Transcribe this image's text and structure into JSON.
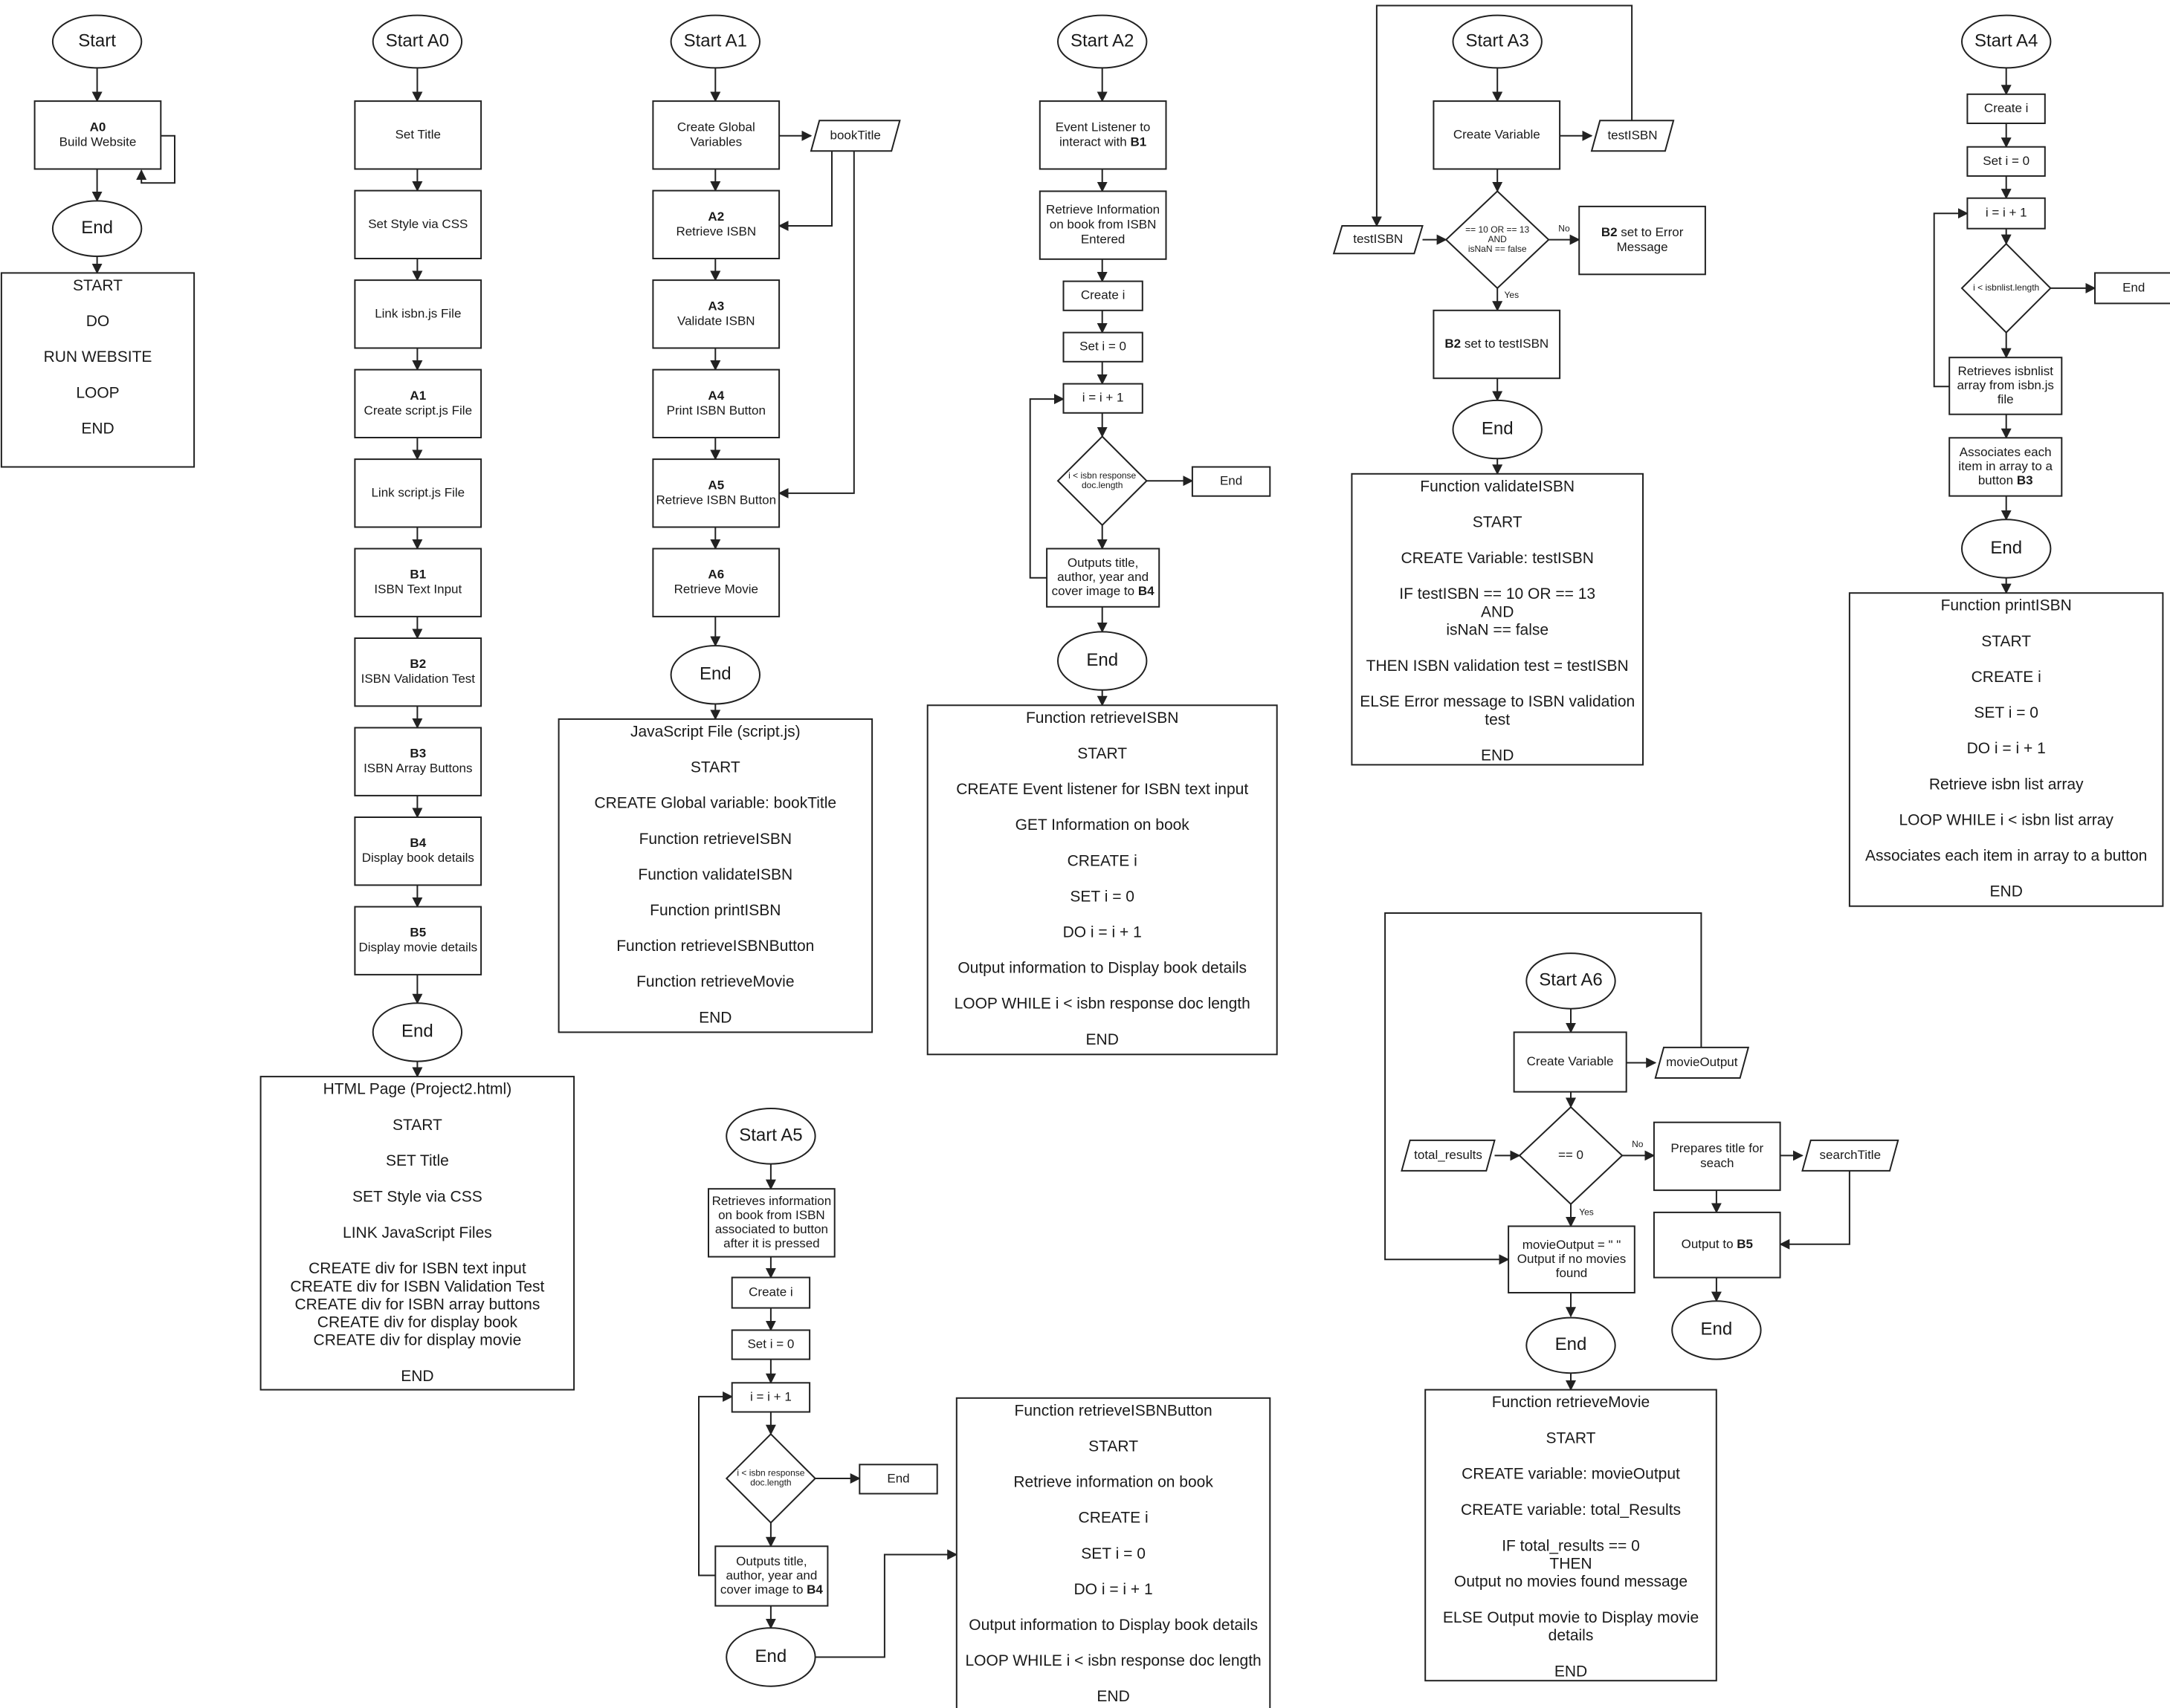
{
  "flowcharts": {
    "main": {
      "start": "Start",
      "a0": [
        "A0",
        "Build Website"
      ],
      "end": "End",
      "pseudo": [
        "START",
        "DO",
        "RUN WEBSITE",
        "LOOP",
        "END"
      ]
    },
    "a0": {
      "start": "Start A0",
      "steps": [
        [
          "",
          "Set Title"
        ],
        [
          "",
          "Set Style via CSS"
        ],
        [
          "",
          "Link isbn.js File"
        ],
        [
          "A1",
          "Create script.js File"
        ],
        [
          "",
          "Link script.js File"
        ],
        [
          "B1",
          "ISBN Text Input"
        ],
        [
          "B2",
          "ISBN Validation Test"
        ],
        [
          "B3",
          "ISBN Array Buttons"
        ],
        [
          "B4",
          "Display book details"
        ],
        [
          "B5",
          "Display movie details"
        ]
      ],
      "end": "End",
      "pseudo": [
        "HTML Page (Project2.html)",
        "",
        "START",
        "",
        "SET Title",
        "",
        "SET Style via CSS",
        "",
        "LINK JavaScript Files",
        "",
        "CREATE div for ISBN text input",
        "CREATE div for ISBN Validation Test",
        "CREATE div for ISBN array buttons",
        "CREATE div for display book",
        "CREATE div for display movie",
        "",
        "END"
      ]
    },
    "a1": {
      "start": "Start A1",
      "steps": [
        [
          "",
          "Create Global\nVariables"
        ],
        [
          "A2",
          "Retrieve ISBN"
        ],
        [
          "A3",
          "Validate ISBN"
        ],
        [
          "A4",
          "Print ISBN Button"
        ],
        [
          "A5",
          "Retrieve ISBN Button"
        ],
        [
          "A6",
          "Retrieve Movie"
        ]
      ],
      "var": "bookTitle",
      "end": "End",
      "pseudo": [
        "JavaScript File (script.js)",
        "START",
        "CREATE Global variable: bookTitle",
        "Function retrieveISBN",
        "Function validateISBN",
        "Function printISBN",
        "Function retrieveISBNButton",
        "Function retrieveMovie",
        "END"
      ]
    },
    "a2": {
      "start": "Start A2",
      "listener": [
        "Event Listener to",
        "interact with ",
        "B1"
      ],
      "retrieve": "Retrieve Information\non book from ISBN\nEntered",
      "create_i": "Create i",
      "set_i": "Set i = 0",
      "inc_i": "i = i + 1",
      "cond": "i < isbn response\ndoc.length",
      "loop_end": "End",
      "output": [
        "Outputs title,",
        "author, year and",
        "cover image to ",
        "B4"
      ],
      "end": "End",
      "pseudo": [
        "Function retrieveISBN",
        "START",
        "CREATE Event listener for ISBN text input",
        "GET Information on book",
        "CREATE i",
        "SET i = 0",
        "DO i = i + 1",
        "Output information to Display book details",
        "LOOP WHILE i < isbn response doc length",
        "END"
      ]
    },
    "a3": {
      "start": "Start A3",
      "create": "Create Variable",
      "var_out": "testISBN",
      "var_in": "testISBN",
      "cond": "== 10 OR == 13\nAND\nisNaN == false",
      "no": "No",
      "yes": "Yes",
      "err": [
        "B2",
        " set to Error",
        "Message"
      ],
      "ok": [
        "B2",
        " set to testISBN"
      ],
      "end": "End",
      "pseudo": [
        "Function validateISBN",
        "",
        "START",
        "",
        "CREATE Variable: testISBN",
        "",
        "IF testISBN == 10 OR == 13",
        "AND",
        "isNaN == false",
        "",
        "THEN ISBN validation test = testISBN",
        "",
        "ELSE Error message to ISBN validation",
        "test",
        "",
        "END"
      ]
    },
    "a4": {
      "start": "Start A4",
      "create_i": "Create i",
      "set_i": "Set i = 0",
      "inc_i": "i = i + 1",
      "cond": "i < isbnlist.length",
      "loop_end": "End",
      "retrieve": "Retrieves isbnlist\narray from isbn.js\nfile",
      "assoc": [
        "Associates each",
        "item in array to a",
        "button ",
        "B3"
      ],
      "end": "End",
      "pseudo": [
        "Function printISBN",
        "START",
        "CREATE i",
        "SET i = 0",
        "DO i = i + 1",
        "Retrieve isbn list array",
        "LOOP WHILE i < isbn list array",
        "Associates each item in array to a button",
        "END"
      ]
    },
    "a5": {
      "start": "Start A5",
      "retrieve": "Retrieves information\non book from ISBN\nassociated to button\nafter it is pressed",
      "create_i": "Create i",
      "set_i": "Set i = 0",
      "inc_i": "i = i + 1",
      "cond": "i < isbn response\ndoc.length",
      "loop_end": "End",
      "output": [
        "Outputs title,",
        "author, year and",
        "cover image to ",
        "B4"
      ],
      "end": "End",
      "pseudo": [
        "Function retrieveISBNButton",
        "START",
        "Retrieve information on book",
        "CREATE i",
        "SET i = 0",
        "DO i = i + 1",
        "Output information to Display book details",
        "LOOP WHILE i < isbn response doc length",
        "END"
      ]
    },
    "a6": {
      "start": "Start A6",
      "create": "Create Variable",
      "var_out": "movieOutput",
      "var_in": "total_results",
      "cond": "== 0",
      "no": "No",
      "yes": "Yes",
      "prep": "Prepares title for\nseach",
      "search": "searchTitle",
      "output": [
        "Output to ",
        "B5"
      ],
      "nomovie": "movieOutput = \" \"\nOutput if no movies\nfound",
      "end_left": "End",
      "end_right": "End",
      "pseudo": [
        "Function retrieveMovie",
        "",
        "START",
        "",
        "CREATE variable: movieOutput",
        "",
        "CREATE variable: total_Results",
        "",
        "IF total_results == 0",
        "THEN",
        "Output no movies found message",
        "",
        "ELSE Output movie to Display movie",
        "details",
        "",
        "END"
      ]
    }
  }
}
